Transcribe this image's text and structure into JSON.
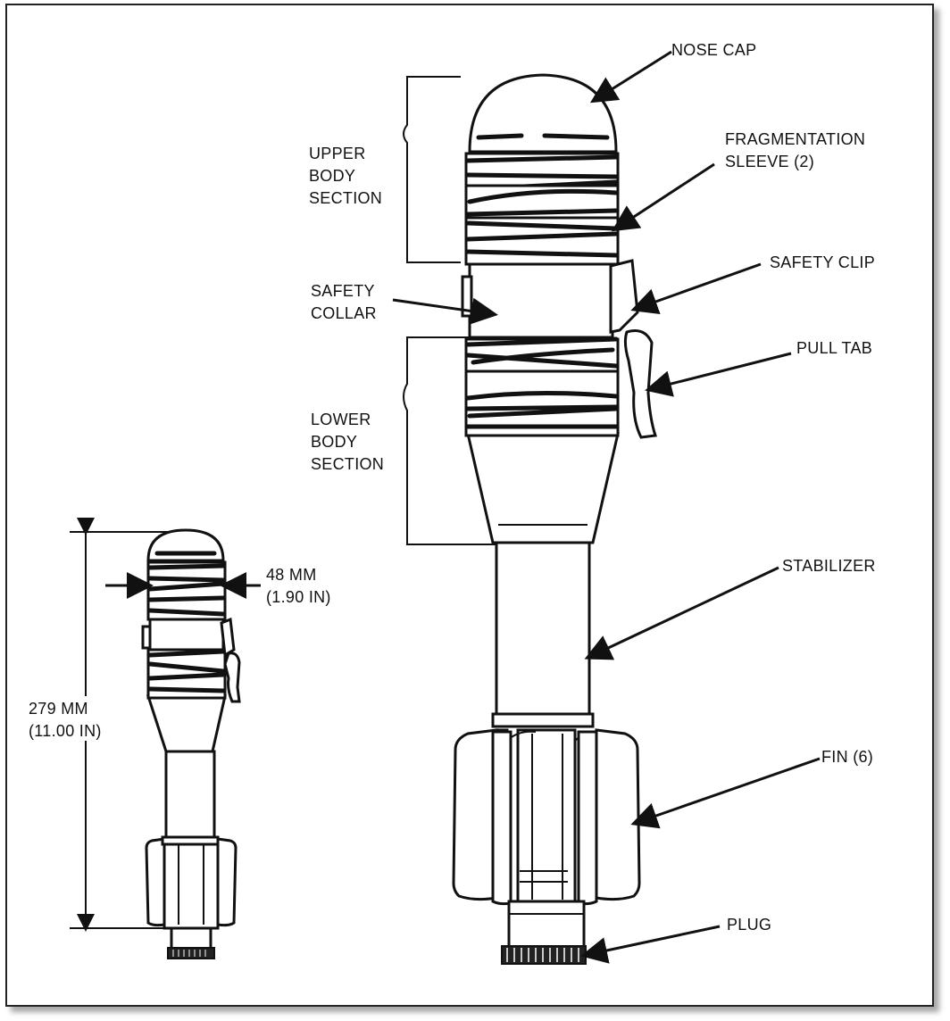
{
  "labels": {
    "nose_cap": "NOSE CAP",
    "fragmentation_sleeve": "FRAGMENTATION\nSLEEVE (2)",
    "upper_body_section": "UPPER\nBODY\nSECTION",
    "safety_clip": "SAFETY CLIP",
    "safety_collar": "SAFETY\nCOLLAR",
    "pull_tab": "PULL TAB",
    "lower_body_section": "LOWER\nBODY\nSECTION",
    "stabilizer": "STABILIZER",
    "fin": "FIN (6)",
    "plug": "PLUG"
  },
  "dimensions": {
    "diameter": "48 MM\n(1.90 IN)",
    "length": "279 MM\n(11.00 IN)"
  },
  "colors": {
    "ink": "#111111",
    "paper": "#ffffff"
  }
}
